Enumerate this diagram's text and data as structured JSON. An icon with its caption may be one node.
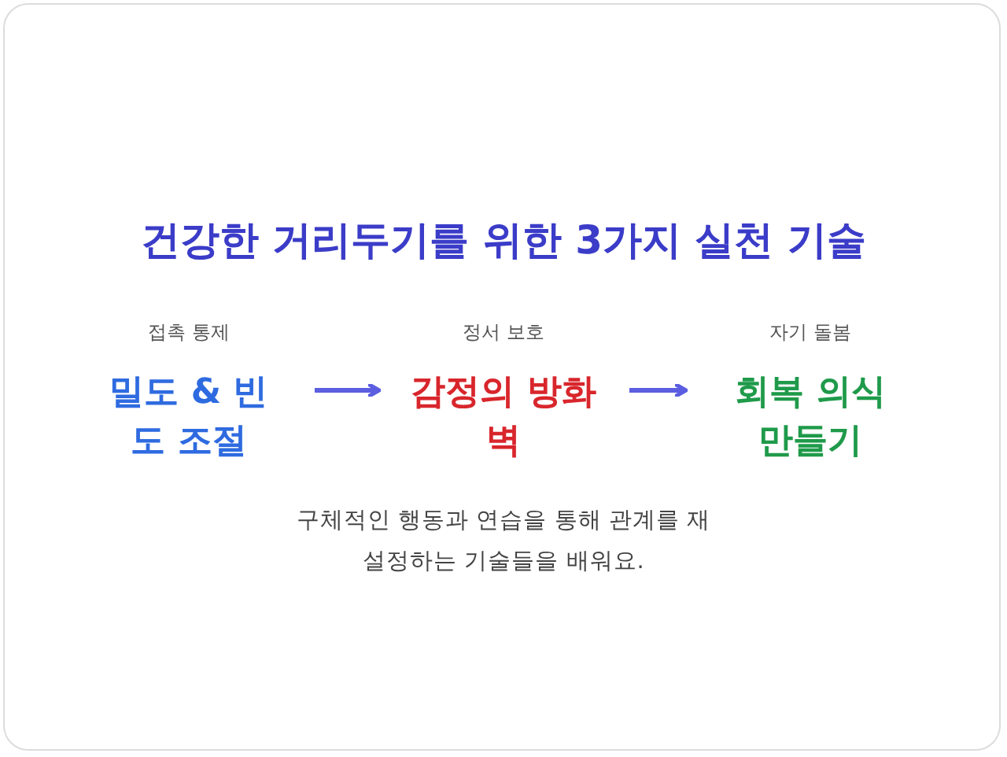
{
  "diagram": {
    "title": "건강한 거리두기를 위한 3가지 실천 기술",
    "caption": "구체적인 행동과 연습을 통해 관계를 재설정하는 기술들을 배워요.",
    "nodes": [
      {
        "text": [
          "접촉 통제",
          "밀도 & 빈도 조절"
        ]
      },
      {
        "text": [
          "정서 보호",
          "감정의 방화벽"
        ]
      },
      {
        "text": [
          "자기 돌봄",
          "회복 의식 만들기"
        ]
      }
    ],
    "edges": [
      {
        "from": 0,
        "to": 1,
        "arrow": "to"
      },
      {
        "from": 1,
        "to": 2,
        "arrow": "to"
      }
    ]
  }
}
